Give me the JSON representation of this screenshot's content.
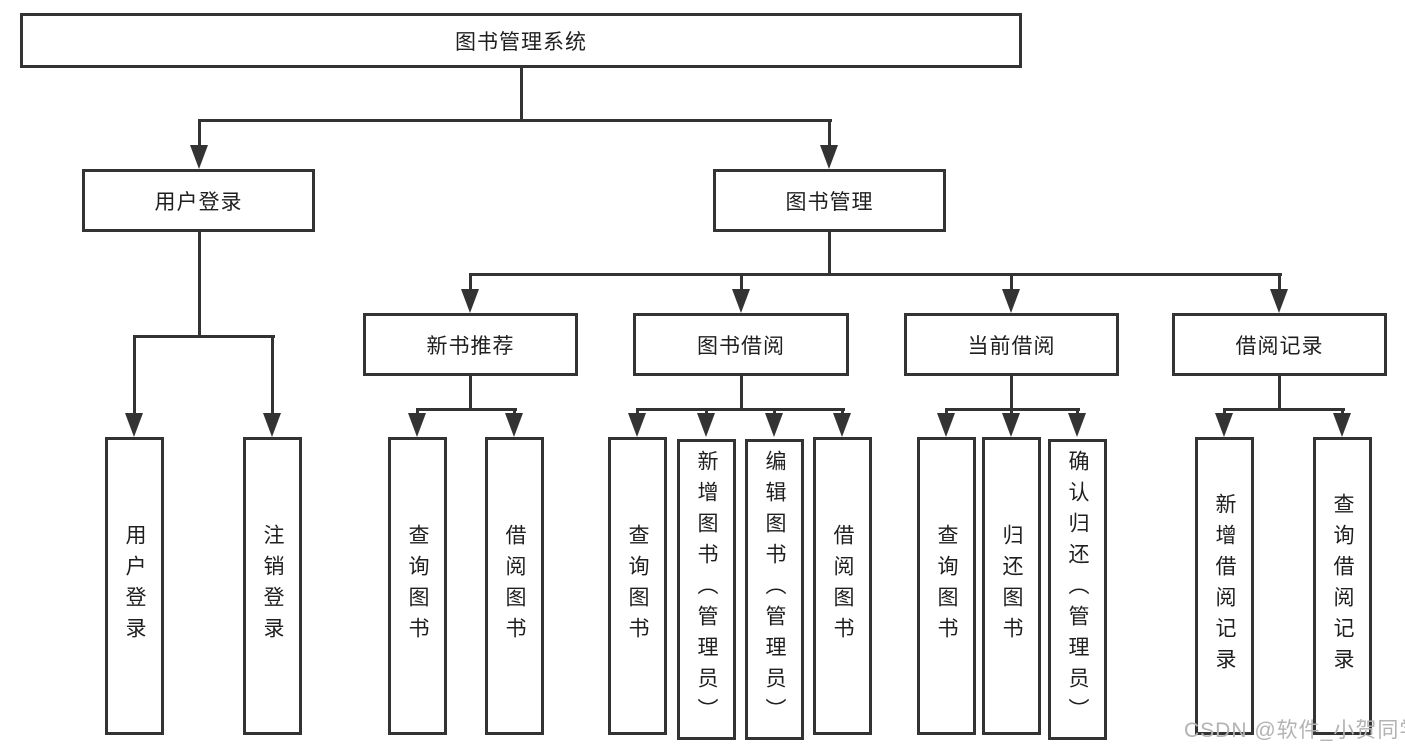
{
  "diagram": {
    "root": {
      "label": "图书管理系统"
    },
    "level2": [
      {
        "label": "用户登录"
      },
      {
        "label": "图书管理"
      }
    ],
    "level3": [
      {
        "label": "新书推荐"
      },
      {
        "label": "图书借阅"
      },
      {
        "label": "当前借阅"
      },
      {
        "label": "借阅记录"
      }
    ],
    "leaves": {
      "user_login": [
        {
          "label": "用户登录"
        },
        {
          "label": "注销登录"
        }
      ],
      "new_book": [
        {
          "label": "查询图书"
        },
        {
          "label": "借阅图书"
        }
      ],
      "book_borrow": [
        {
          "label": "查询图书"
        },
        {
          "label": "新增图书（管理员）"
        },
        {
          "label": "编辑图书（管理员）"
        },
        {
          "label": "借阅图书"
        }
      ],
      "current_borrow": [
        {
          "label": "查询图书"
        },
        {
          "label": "归还图书"
        },
        {
          "label": "确认归还（管理员）"
        }
      ],
      "borrow_records": [
        {
          "label": "新增借阅记录"
        },
        {
          "label": "查询借阅记录"
        }
      ]
    },
    "watermark": {
      "text": "CSDN @软件_小贺同学"
    },
    "colors": {
      "line": "#333333",
      "text": "#1f1f1f",
      "box_background": "#ffffff",
      "watermark": "#b3b3b3"
    }
  }
}
